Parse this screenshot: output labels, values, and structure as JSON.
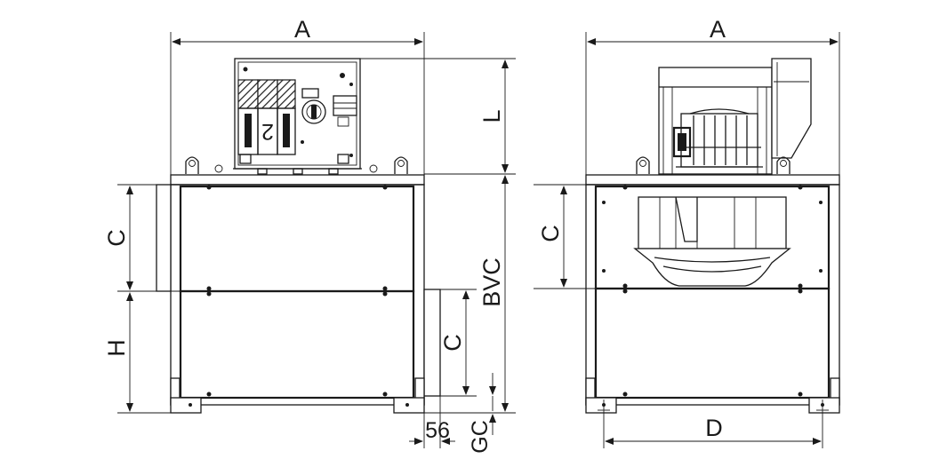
{
  "left_view": {
    "dim_width": "A",
    "dim_height_top": "L",
    "dim_upper": "C",
    "dim_lower": "H",
    "dim_total": "BVC",
    "dim_outlet": "C",
    "dim_offset": "56",
    "dim_gap": "GC"
  },
  "right_view": {
    "dim_width": "A",
    "dim_upper": "C",
    "dim_base": "D"
  },
  "motor_label": "2"
}
